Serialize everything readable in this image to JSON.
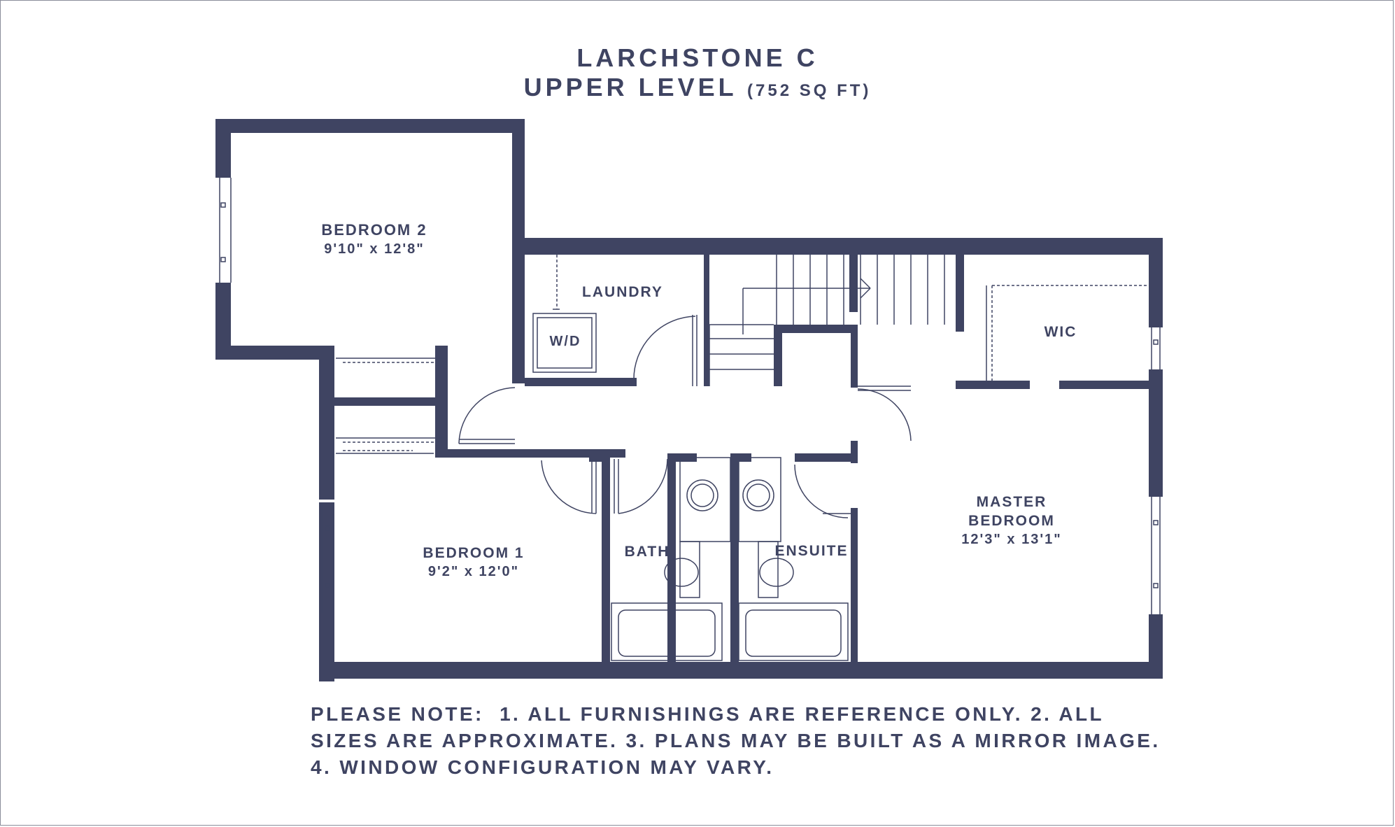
{
  "header": {
    "model": "LARCHSTONE C",
    "level": "UPPER LEVEL",
    "area": "(752 SQ FT)"
  },
  "rooms": {
    "bedroom2": {
      "name": "BEDROOM 2",
      "size": "9'10\" x 12'8\""
    },
    "laundry": {
      "name": "LAUNDRY"
    },
    "wd": {
      "name": "W/D"
    },
    "wic": {
      "name": "WIC"
    },
    "master": {
      "name1": "MASTER",
      "name2": "BEDROOM",
      "size": "12'3\" x 13'1\""
    },
    "bedroom1": {
      "name": "BEDROOM 1",
      "size": "9'2\" x 12'0\""
    },
    "bath": {
      "name": "BATH"
    },
    "ensuite": {
      "name": "ENSUITE"
    }
  },
  "note": {
    "line1": "PLEASE NOTE:  1. ALL FURNISHINGS ARE REFERENCE ONLY. 2. ALL",
    "line2": "SIZES ARE APPROXIMATE. 3. PLANS MAY BE BUILT AS A MIRROR IMAGE.",
    "line3": "4. WINDOW CONFIGURATION MAY VARY."
  },
  "colors": {
    "wall": "#3f4462",
    "background": "#ffffff"
  }
}
